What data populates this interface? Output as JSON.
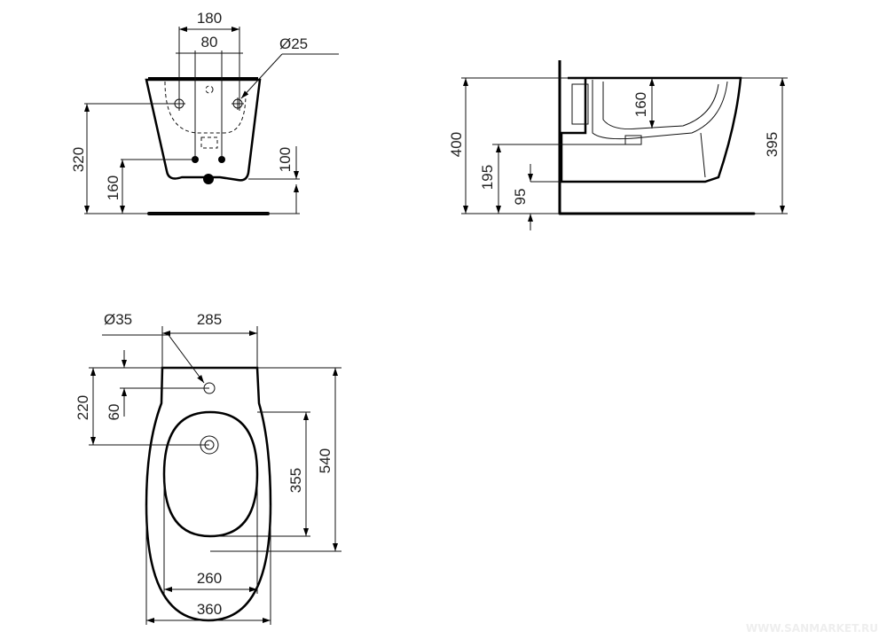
{
  "front_view": {
    "width_outer": "180",
    "width_inner": "80",
    "hole_diameter": "Ø25",
    "height_320": "320",
    "height_160": "160",
    "height_100": "100"
  },
  "side_view": {
    "height_400": "400",
    "height_160": "160",
    "height_395": "395",
    "height_195": "195",
    "height_95": "95"
  },
  "top_view": {
    "hole_diameter": "Ø35",
    "width_285": "285",
    "depth_220": "220",
    "depth_60": "60",
    "length_355": "355",
    "length_540": "540",
    "width_260": "260",
    "width_360": "360"
  },
  "watermark": "WWW.SANMARKET.RU"
}
